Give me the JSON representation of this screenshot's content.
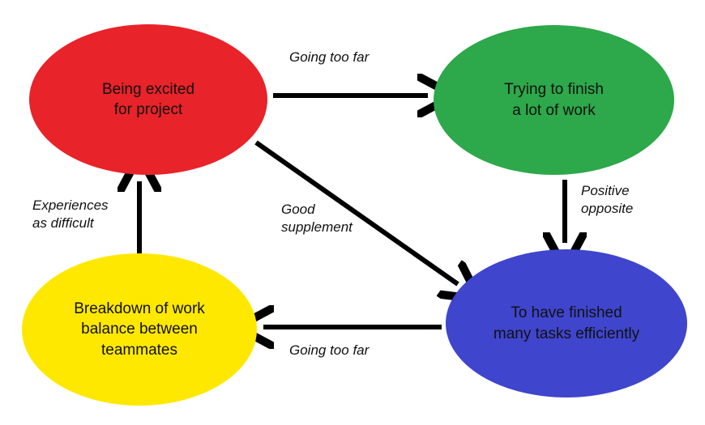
{
  "diagram": {
    "type": "cycle-flow-diagram",
    "background_color": "#FFFFFF",
    "nodes": [
      {
        "id": "excited",
        "label": "Being excited\nfor project",
        "color": "#E8232A",
        "color_name": "red"
      },
      {
        "id": "finishing",
        "label": "Trying to finish\na lot of work",
        "color": "#2DA84A",
        "color_name": "green"
      },
      {
        "id": "breakdown",
        "label": "Breakdown of work\nbalance between\nteammates",
        "color": "#FFE800",
        "color_name": "yellow"
      },
      {
        "id": "efficient",
        "label": "To have finished\nmany tasks efficiently",
        "color": "#3F45CC",
        "color_name": "blue"
      }
    ],
    "edges": [
      {
        "id": "excited-to-finishing",
        "label": "Going too far",
        "from": "excited",
        "to": "finishing",
        "color": "#000000"
      },
      {
        "id": "finishing-to-efficient",
        "label": "Positive\nopposite",
        "from": "finishing",
        "to": "efficient",
        "color": "#000000"
      },
      {
        "id": "excited-to-efficient",
        "label": "Good\nsupplement",
        "from": "excited",
        "to": "efficient",
        "color": "#000000"
      },
      {
        "id": "efficient-to-breakdown",
        "label": "Going too far",
        "from": "efficient",
        "to": "breakdown",
        "color": "#000000"
      },
      {
        "id": "breakdown-to-excited",
        "label": "Experiences\nas difficult",
        "from": "breakdown",
        "to": "excited",
        "color": "#000000"
      }
    ]
  }
}
